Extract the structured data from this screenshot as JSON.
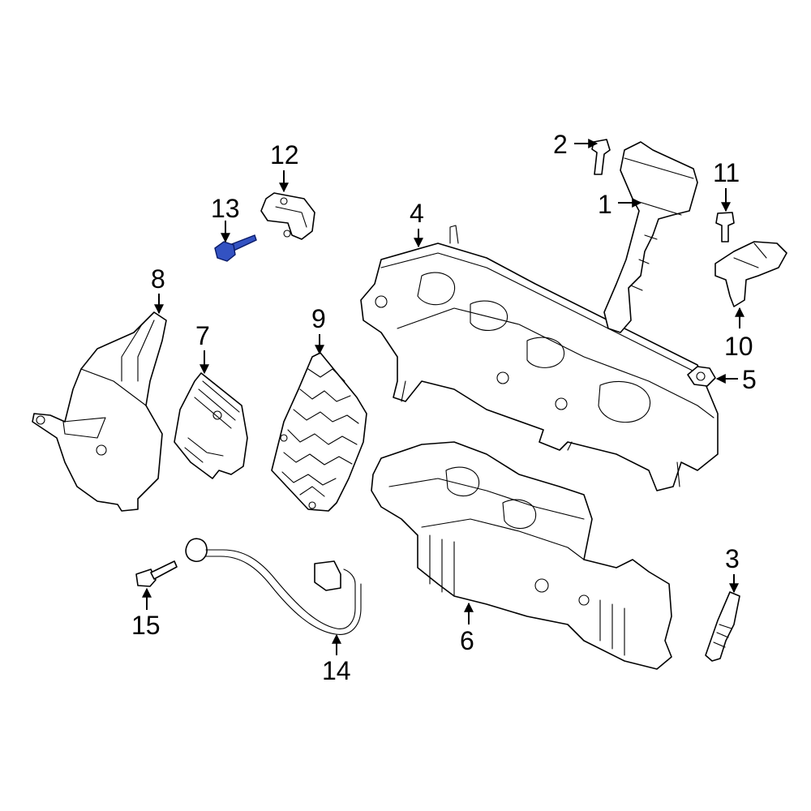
{
  "callouts": [
    {
      "id": "1",
      "label": "1"
    },
    {
      "id": "2",
      "label": "2"
    },
    {
      "id": "3",
      "label": "3"
    },
    {
      "id": "4",
      "label": "4"
    },
    {
      "id": "5",
      "label": "5"
    },
    {
      "id": "6",
      "label": "6"
    },
    {
      "id": "7",
      "label": "7"
    },
    {
      "id": "8",
      "label": "8"
    },
    {
      "id": "9",
      "label": "9"
    },
    {
      "id": "10",
      "label": "10"
    },
    {
      "id": "11",
      "label": "11"
    },
    {
      "id": "12",
      "label": "12"
    },
    {
      "id": "13",
      "label": "13"
    },
    {
      "id": "14",
      "label": "14"
    },
    {
      "id": "15",
      "label": "15"
    }
  ],
  "highlighted_part": "13",
  "colors": {
    "line": "#000000",
    "highlight": "#3352c2",
    "background": "#ffffff"
  }
}
